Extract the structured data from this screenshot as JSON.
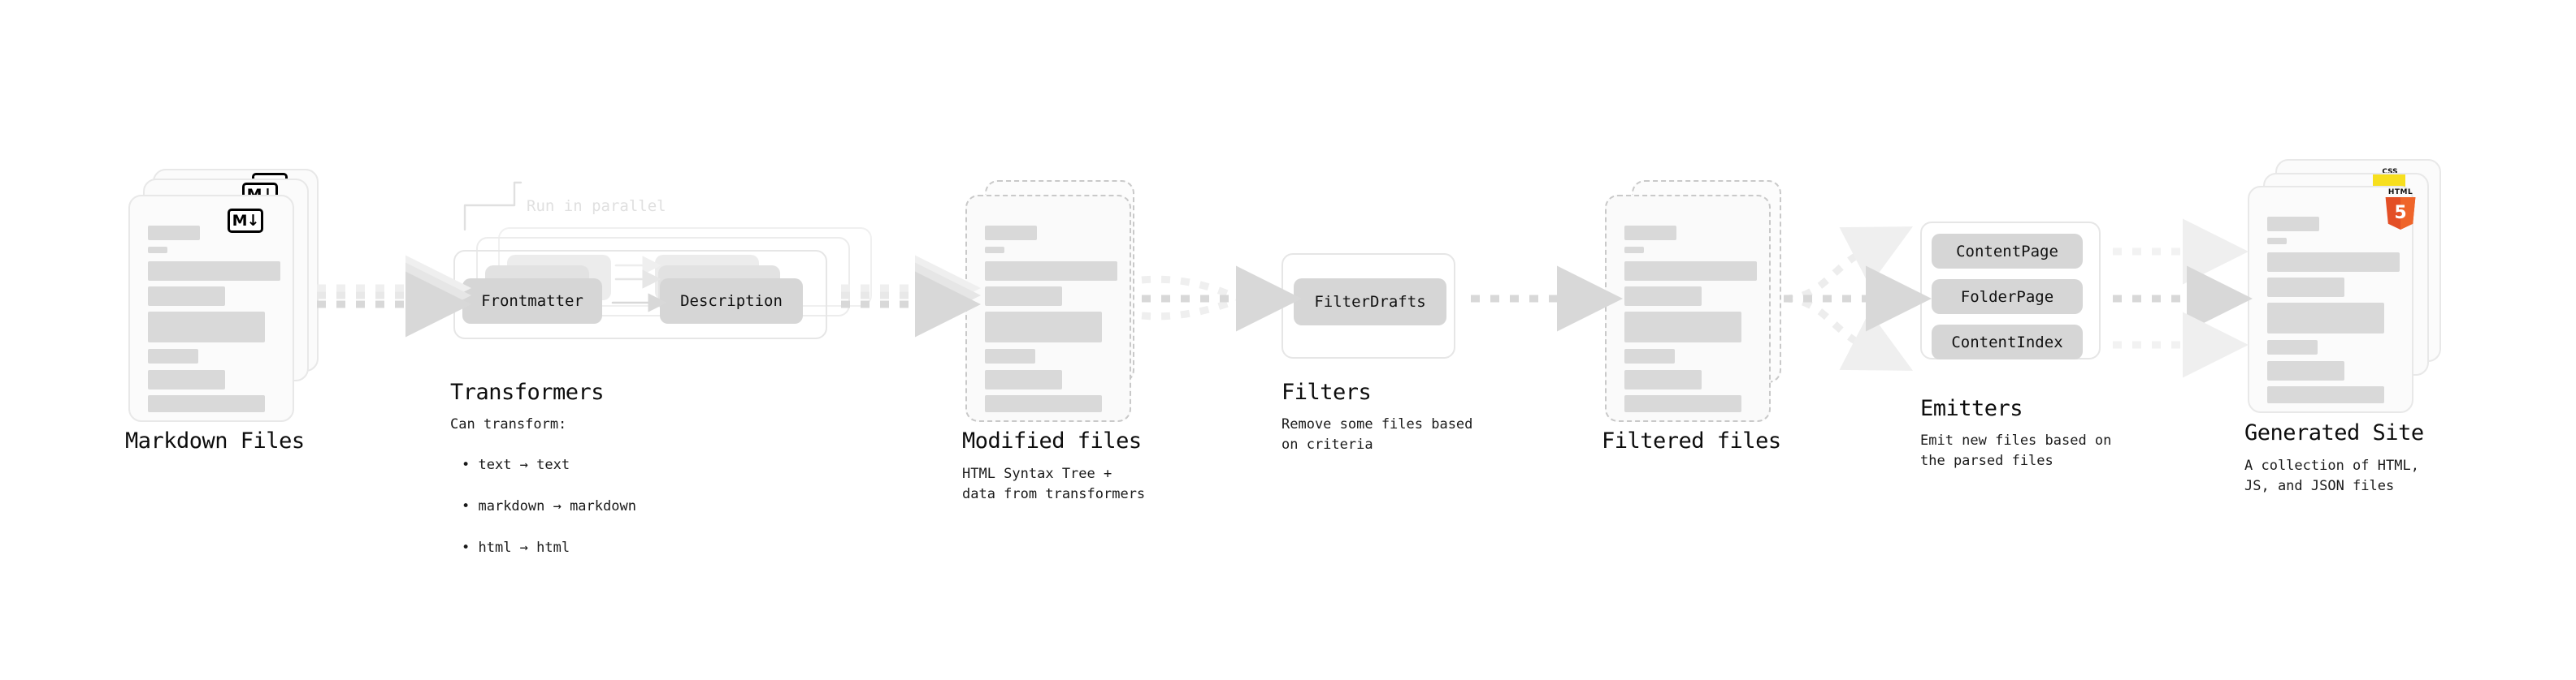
{
  "diagram": {
    "type": "pipeline-flow",
    "background": "#ffffff",
    "accent_colors": {
      "skeleton_bar": "#d9d9d9",
      "card_border": "#e8e8e8",
      "dashed_border": "#c9c9c9",
      "arrow": "#d8d8d8",
      "chip": "#d6d6d6",
      "html5_orange": "#e34f26",
      "css_blue": "#2965f1",
      "js_yellow": "#f7df1e"
    }
  },
  "stages": [
    {
      "id": "markdown-files",
      "title": "Markdown Files",
      "caption": "",
      "badge": "markdown-badge",
      "badge_text": "M",
      "card_style": "solid",
      "stack_count": 3
    },
    {
      "id": "transformers",
      "title": "Transformers",
      "caption": "Can transform:",
      "bullets": [
        "text → text",
        "markdown → markdown",
        "html → html"
      ],
      "annotation": "Run in parallel",
      "chips": [
        "Frontmatter",
        "Description"
      ],
      "stack_count": 3
    },
    {
      "id": "modified-files",
      "title": "Modified files",
      "caption": "HTML Syntax Tree +\ndata from transformers",
      "card_style": "dashed",
      "stack_count": 2
    },
    {
      "id": "filters",
      "title": "Filters",
      "caption": "Remove some files based\non criteria",
      "chips": [
        "FilterDrafts"
      ],
      "stack_count": 1
    },
    {
      "id": "filtered-files",
      "title": "Filtered files",
      "caption": "",
      "card_style": "dashed",
      "stack_count": 2
    },
    {
      "id": "emitters",
      "title": "Emitters",
      "caption": "Emit new files based on\nthe parsed files",
      "chips": [
        "ContentPage",
        "FolderPage",
        "ContentIndex"
      ],
      "stack_count": 1
    },
    {
      "id": "generated-site",
      "title": "Generated Site",
      "caption": "A collection of HTML,\nJS, and JSON files",
      "badges": [
        "css-badge",
        "js-badge",
        "html5-badge"
      ],
      "badge_labels": {
        "css": "CSS",
        "html": "HTML",
        "html_digit": "5"
      },
      "card_style": "solid",
      "stack_count": 3
    }
  ],
  "connectors": [
    {
      "id": "md-to-transformers",
      "kind": "dashed-arrow-parallel",
      "lanes": 3
    },
    {
      "id": "transformers-to-modified",
      "kind": "dashed-arrow-parallel",
      "lanes": 3
    },
    {
      "id": "modified-to-filters",
      "kind": "dashed-arrow-converge",
      "lanes": 3
    },
    {
      "id": "filters-to-filtered",
      "kind": "dashed-arrow",
      "lanes": 1
    },
    {
      "id": "filtered-to-emitters",
      "kind": "dashed-arrow-diverge",
      "lanes": 3
    },
    {
      "id": "emitters-to-site",
      "kind": "dashed-arrow-diverge",
      "lanes": 3
    }
  ]
}
